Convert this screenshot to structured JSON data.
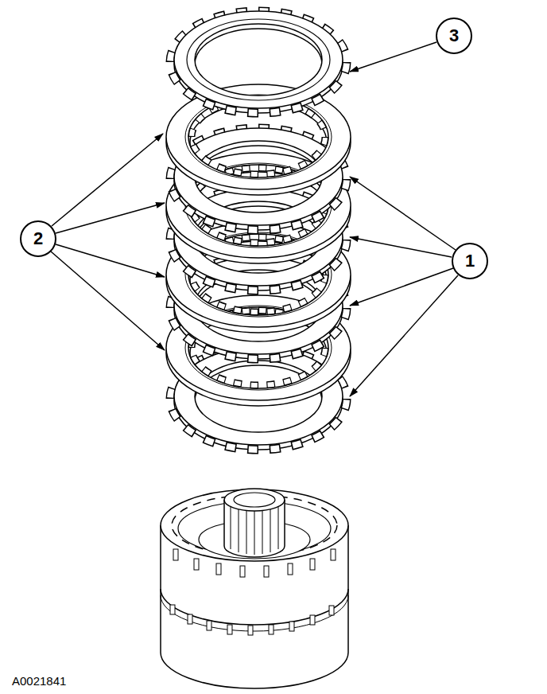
{
  "diagram": {
    "nodes": [
      {
        "text": [
          "3"
        ]
      },
      {
        "text": [
          "2"
        ]
      },
      {
        "text": [
          "1"
        ]
      }
    ],
    "labels": [
      "A0021841"
    ]
  }
}
